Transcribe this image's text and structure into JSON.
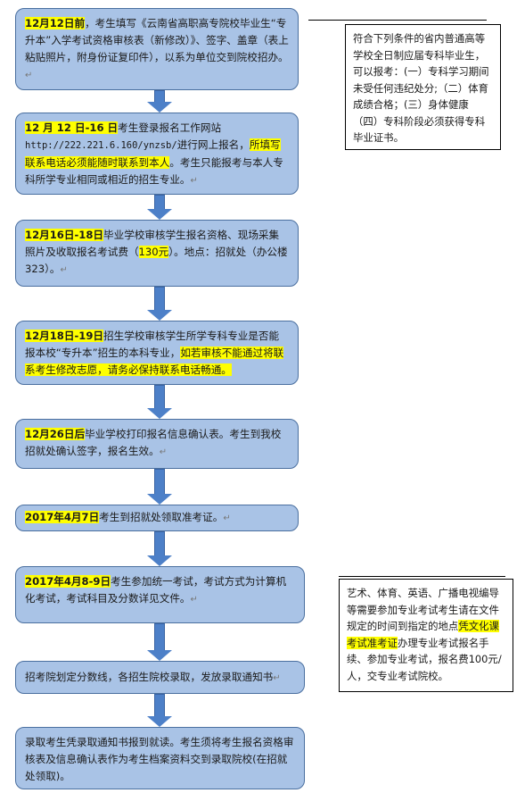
{
  "step1": {
    "date": "12月12日前",
    "t1": "，考生填写《云南省高职高专院校毕业生“专升本”入学考试资格审核表（新修改）》、签字、盖章（表上粘贴照片，附身份证复印件），以系为单位交到院校招办。"
  },
  "step2": {
    "date": "12 月 12 日-16 日",
    "t1": "考生登录报名工作网站",
    "url": "http://222.221.6.160/ynzsb/",
    "t2": "进行网上报名，",
    "hl": "所填写联系电话必须能随时联系到本人",
    "t3": "。考生只能报考与本人专科所学专业相同或相近的招生专业。"
  },
  "step3": {
    "date": "12月16日-18日",
    "t1": "毕业学校审核学生报名资格、现场采集照片及收取报名考试费（",
    "fee": "130元",
    "t2": "）。地点：招就处（办公楼323）。"
  },
  "step4": {
    "date": "12月18日-19日",
    "t1": "招生学校审核学生所学专科专业是否能报本校“专升本”招生的本科专业，",
    "hl": "如若审核不能通过将联系考生修改志愿，请务必保持联系电话畅通。"
  },
  "step5": {
    "date": "12月26日后",
    "t1": "毕业学校打印报名信息确认表。考生到我校招就处确认签字，报名生效。"
  },
  "step6": {
    "date": "2017年4月7日",
    "t1": "考生到招就处领取准考证。"
  },
  "step7": {
    "date": "2017年4月8-9日",
    "t1": "考生参加统一考试，考试方式为计算机化考试，考试科目及分数详见文件。"
  },
  "step8": {
    "t1": "招考院划定分数线，各招生院校录取，发放录取通知书"
  },
  "step9": {
    "t1": "录取考生凭录取通知书报到就读。考生须将考生报名资格审核表及信息确认表作为考生档案资料交到录取院校(在招就处领取)。"
  },
  "note1": {
    "t1": "符合下列条件的省内普通高等学校全日制应届专科毕业生，可以报考：(一）专科学习期间未受任何违纪处分;（二）体育成绩合格；(三）身体健康（四）专科阶段必须获得专科毕业证书。"
  },
  "note2": {
    "t1": "艺术、体育、英语、广播电视编导等需要参加专业考试考生请在文件规定的时间到指定的地点",
    "hl": "凭文化课考试准考证",
    "t2": "办理专业考试报名手续、参加专业考试，报名费100元/人，交专业考试院校。"
  },
  "return_mark": "↵",
  "colors": {
    "box_fill": "#a9c3e6",
    "box_border": "#4a6f9f",
    "arrow": "#4d80c8",
    "highlight": "#ffff00"
  }
}
